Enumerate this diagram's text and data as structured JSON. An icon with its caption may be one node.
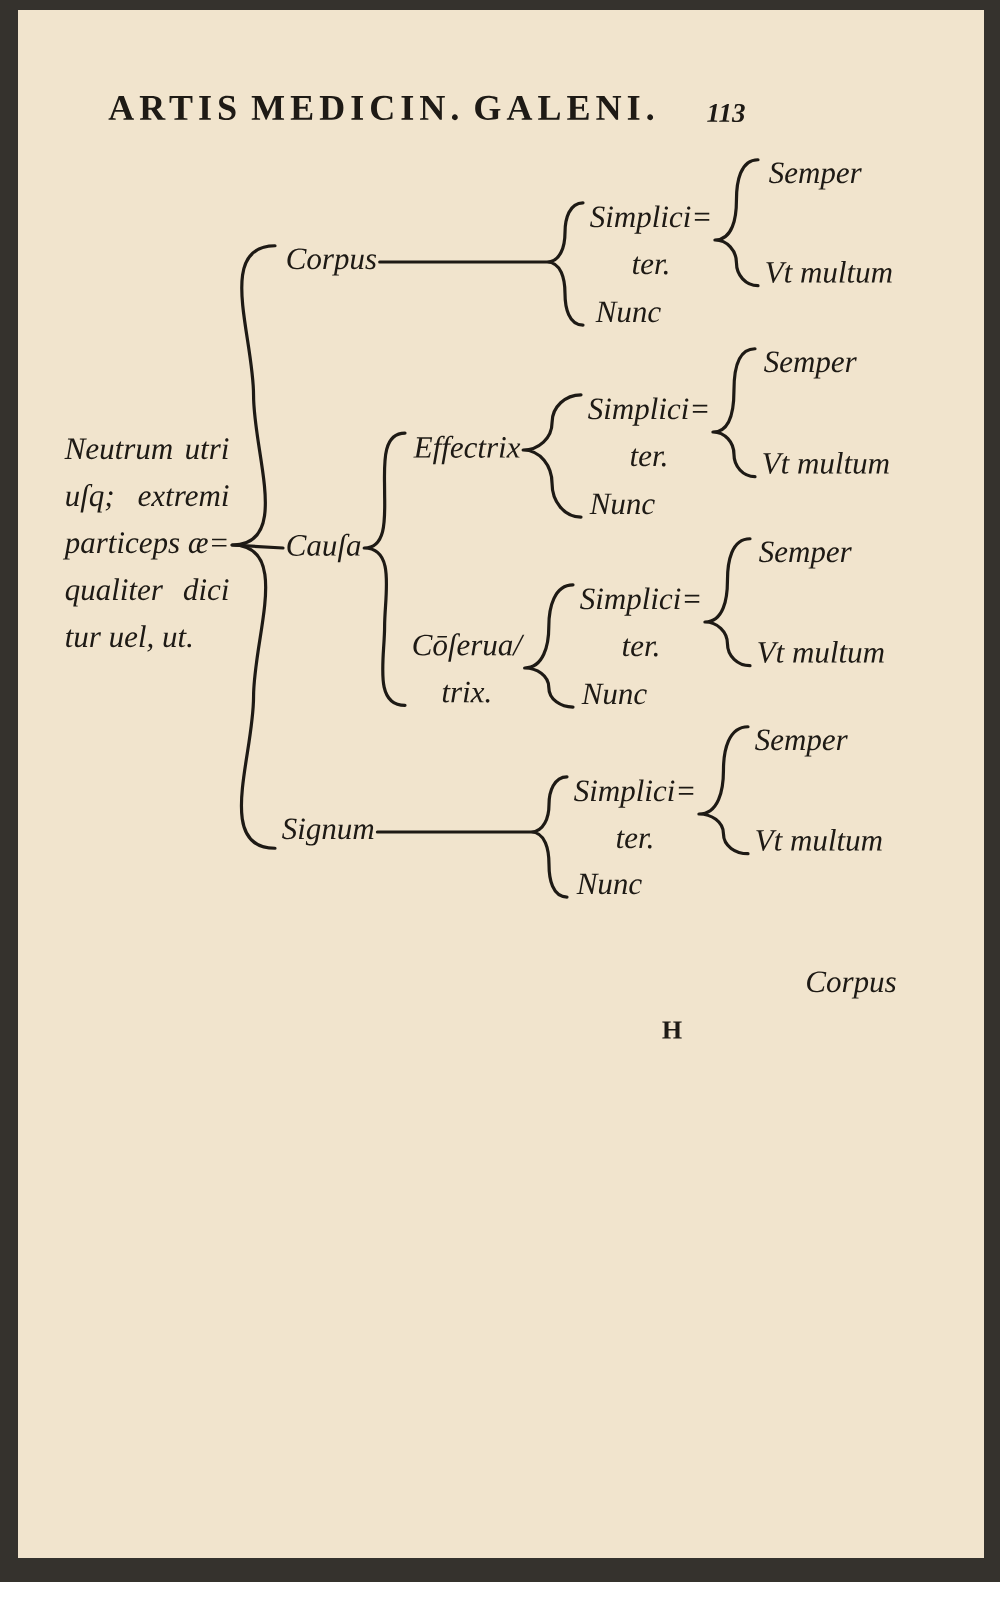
{
  "diagram": {
    "nodes": [
      {
        "text": [
          "Neutrum utri uſq; extremi particeps æ= qualiter dici tur uel, ut."
        ]
      },
      {
        "text": [
          "Corpus"
        ]
      },
      {
        "text": [
          "Cauſa"
        ]
      },
      {
        "text": [
          "Signum"
        ]
      },
      {
        "text": [
          "Simplici= ter."
        ]
      },
      {
        "text": [
          "Nunc"
        ]
      },
      {
        "text": [
          "Semper"
        ]
      },
      {
        "text": [
          "Vt multum"
        ]
      },
      {
        "text": [
          "Effectrix"
        ]
      },
      {
        "text": [
          "Cōſerua/ trix."
        ]
      },
      {
        "text": [
          "Simplici= ter."
        ]
      },
      {
        "text": [
          "Nunc"
        ]
      },
      {
        "text": [
          "Semper"
        ]
      },
      {
        "text": [
          "Vt multum"
        ]
      },
      {
        "text": [
          "Simplici= ter."
        ]
      },
      {
        "text": [
          "Nunc"
        ]
      },
      {
        "text": [
          "Semper"
        ]
      },
      {
        "text": [
          "Vt multum"
        ]
      },
      {
        "text": [
          "Simplici= ter."
        ]
      },
      {
        "text": [
          "Nunc"
        ]
      },
      {
        "text": [
          "Semper"
        ]
      },
      {
        "text": [
          "Vt multum"
        ]
      }
    ],
    "edges": [
      {
        "from": 0,
        "to": 1,
        "arrow": "none"
      },
      {
        "from": 0,
        "to": 2,
        "arrow": "none"
      },
      {
        "from": 0,
        "to": 3,
        "arrow": "none"
      },
      {
        "from": 1,
        "to": 4,
        "arrow": "none"
      },
      {
        "from": 1,
        "to": 5,
        "arrow": "none"
      },
      {
        "from": 4,
        "to": 6,
        "arrow": "none"
      },
      {
        "from": 4,
        "to": 7,
        "arrow": "none"
      },
      {
        "from": 2,
        "to": 8,
        "arrow": "none"
      },
      {
        "from": 2,
        "to": 9,
        "arrow": "none"
      },
      {
        "from": 8,
        "to": 10,
        "arrow": "none"
      },
      {
        "from": 8,
        "to": 11,
        "arrow": "none"
      },
      {
        "from": 10,
        "to": 12,
        "arrow": "none"
      },
      {
        "from": 10,
        "to": 13,
        "arrow": "none"
      },
      {
        "from": 9,
        "to": 14,
        "arrow": "none"
      },
      {
        "from": 9,
        "to": 15,
        "arrow": "none"
      },
      {
        "from": 14,
        "to": 16,
        "arrow": "none"
      },
      {
        "from": 14,
        "to": 17,
        "arrow": "none"
      },
      {
        "from": 3,
        "to": 18,
        "arrow": "none"
      },
      {
        "from": 3,
        "to": 19,
        "arrow": "none"
      },
      {
        "from": 18,
        "to": 20,
        "arrow": "none"
      },
      {
        "from": 18,
        "to": 21,
        "arrow": "none"
      }
    ],
    "labels": [
      "ARTIS MEDICIN. GALENI.",
      "113",
      "Corpus",
      "H"
    ]
  }
}
